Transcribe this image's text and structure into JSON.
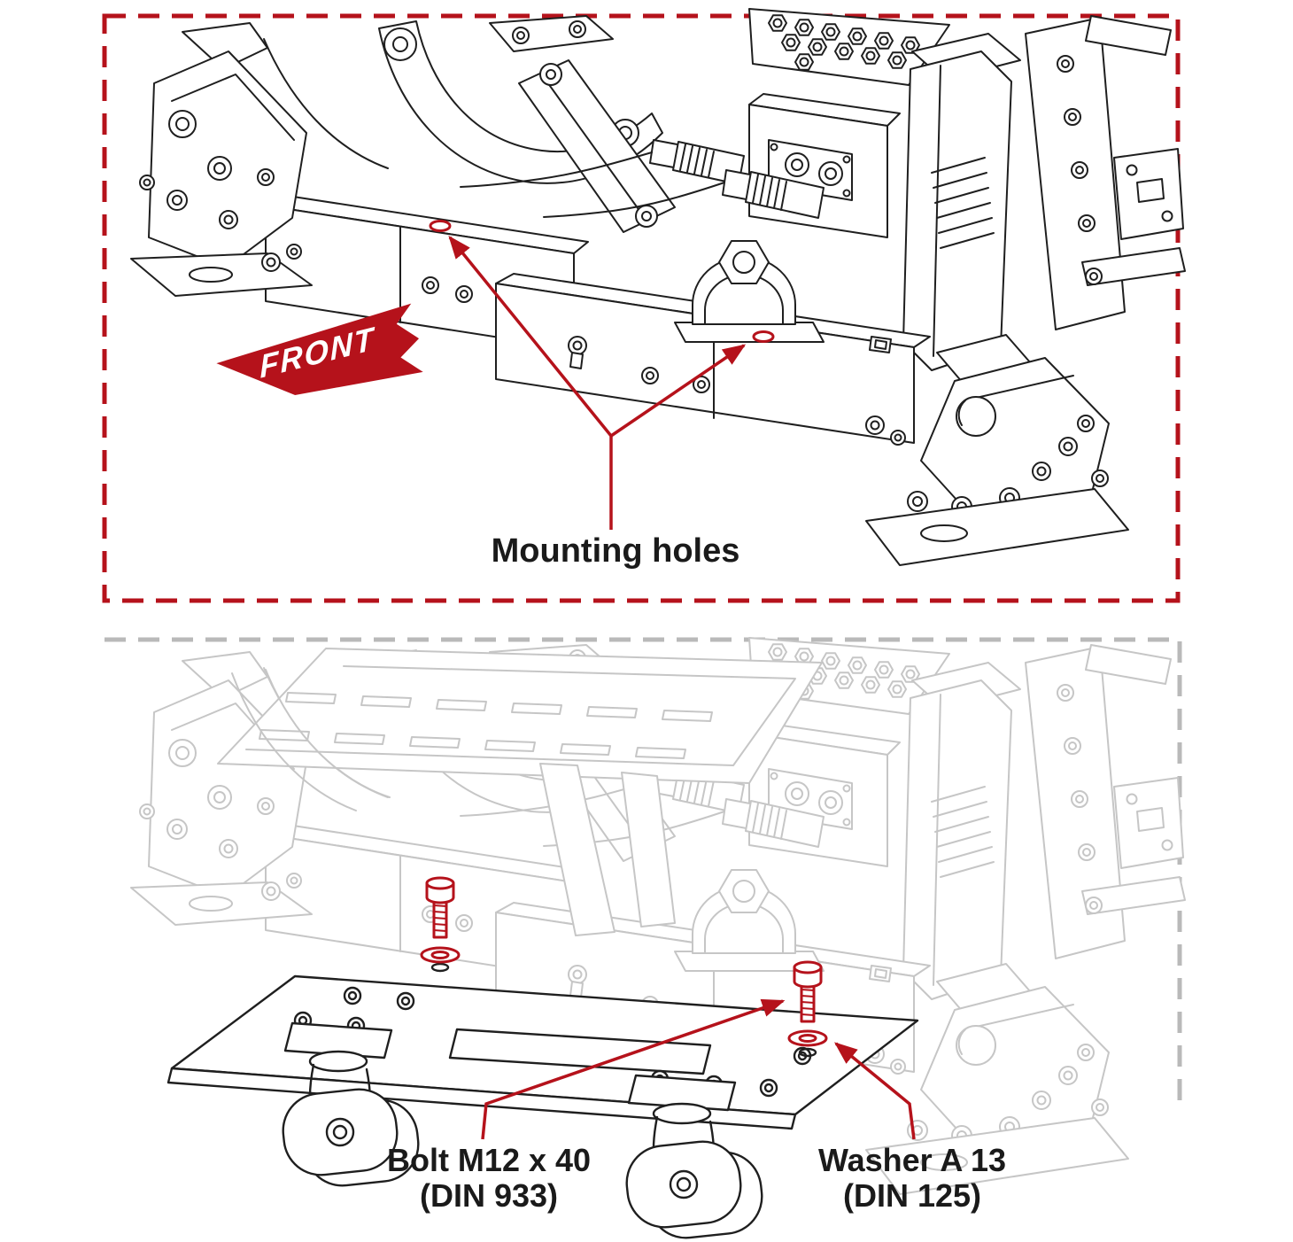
{
  "diagram": {
    "top_panel": {
      "front_arrow_label": "FRONT",
      "callout": "Mounting holes"
    },
    "bottom_panel": {
      "bolt_callout": {
        "line1": "Bolt M12 x 40",
        "line2": "(DIN 933)"
      },
      "washer_callout": {
        "line1": "Washer A 13",
        "line2": "(DIN 125)"
      }
    },
    "colors": {
      "accent_red": "#b5121b",
      "drawing_dark": "#1f1f1f",
      "drawing_light": "#c6c6c6",
      "dashed_gray": "#b9b9b9",
      "background": "#ffffff"
    }
  }
}
